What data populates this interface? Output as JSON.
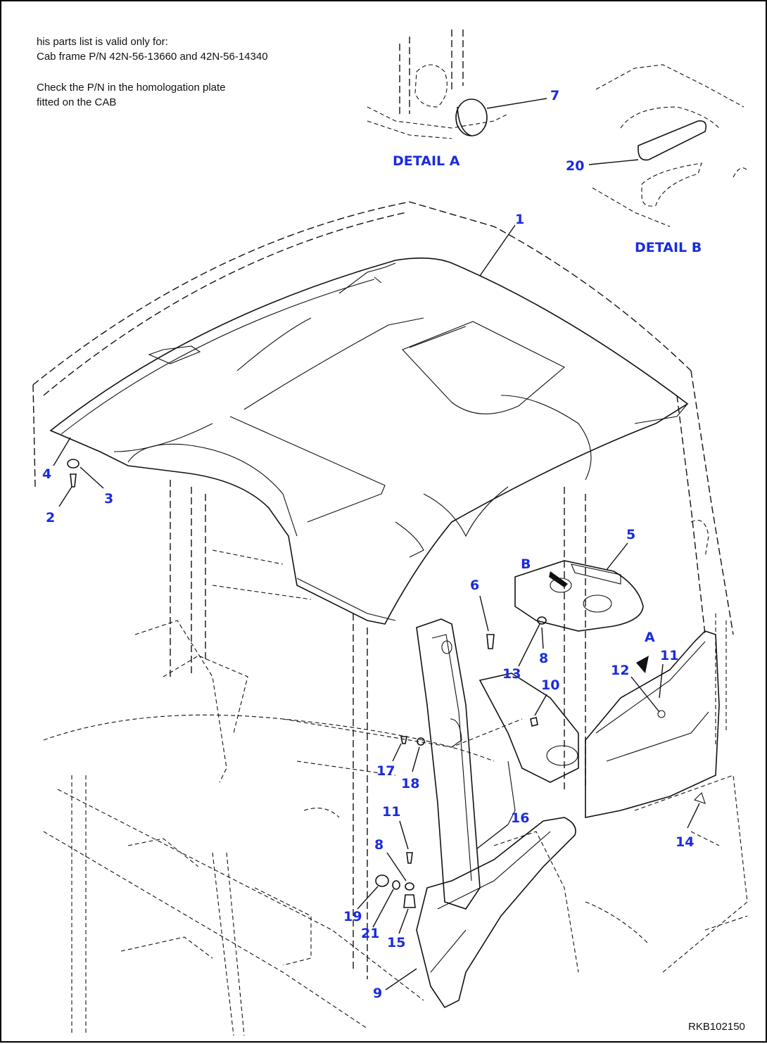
{
  "notes": {
    "line1": "his parts list is valid only for:",
    "line2": "Cab frame P/N 42N-56-13660 and 42N-56-14340",
    "line3": "Check the P/N in the homologation plate",
    "line4": "fitted on the CAB"
  },
  "details": {
    "detail_a": "DETAIL A",
    "detail_b": "DETAIL B"
  },
  "view_labels": {
    "a": "A",
    "b": "B"
  },
  "callouts": [
    {
      "id": "c1",
      "label": "1"
    },
    {
      "id": "c2",
      "label": "2"
    },
    {
      "id": "c3",
      "label": "3"
    },
    {
      "id": "c4",
      "label": "4"
    },
    {
      "id": "c5",
      "label": "5"
    },
    {
      "id": "c6",
      "label": "6"
    },
    {
      "id": "c7",
      "label": "7"
    },
    {
      "id": "c8a",
      "label": "8"
    },
    {
      "id": "c8b",
      "label": "8"
    },
    {
      "id": "c9",
      "label": "9"
    },
    {
      "id": "c10",
      "label": "10"
    },
    {
      "id": "c11a",
      "label": "11"
    },
    {
      "id": "c11b",
      "label": "11"
    },
    {
      "id": "c12",
      "label": "12"
    },
    {
      "id": "c13",
      "label": "13"
    },
    {
      "id": "c14",
      "label": "14"
    },
    {
      "id": "c15",
      "label": "15"
    },
    {
      "id": "c16",
      "label": "16"
    },
    {
      "id": "c17",
      "label": "17"
    },
    {
      "id": "c18",
      "label": "18"
    },
    {
      "id": "c19",
      "label": "19"
    },
    {
      "id": "c20",
      "label": "20"
    },
    {
      "id": "c21",
      "label": "21"
    }
  ],
  "drawing_id": "RKB102150",
  "colors": {
    "callout": "#1a2be0",
    "ink": "#111111",
    "background": "#ffffff"
  }
}
